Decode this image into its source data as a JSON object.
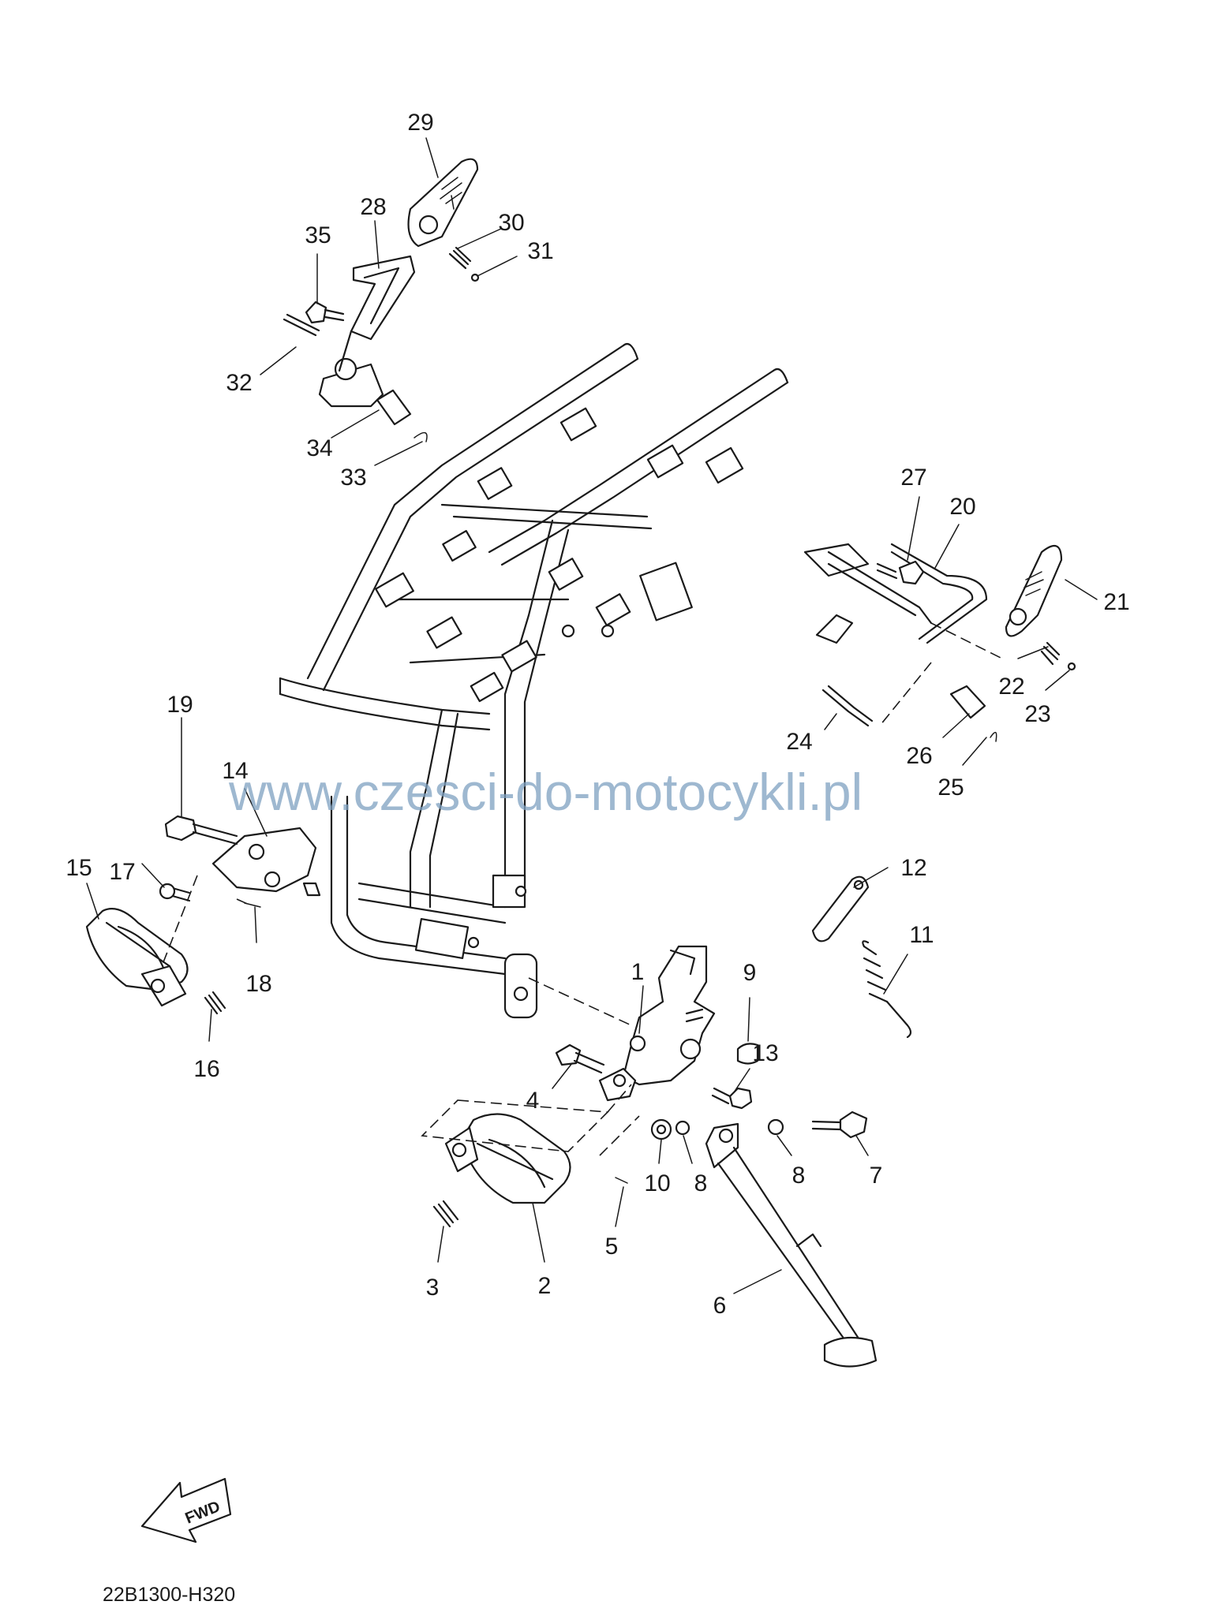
{
  "watermark": "www.czesci-do-motocykli.pl",
  "diagram_code": "22B1300-H320",
  "fwd_label": "FWD",
  "callouts": [
    {
      "id": "c1",
      "label": "1"
    },
    {
      "id": "c2",
      "label": "2"
    },
    {
      "id": "c3",
      "label": "3"
    },
    {
      "id": "c4",
      "label": "4"
    },
    {
      "id": "c5",
      "label": "5"
    },
    {
      "id": "c6",
      "label": "6"
    },
    {
      "id": "c7",
      "label": "7"
    },
    {
      "id": "c8a",
      "label": "8"
    },
    {
      "id": "c8b",
      "label": "8"
    },
    {
      "id": "c9",
      "label": "9"
    },
    {
      "id": "c10",
      "label": "10"
    },
    {
      "id": "c11",
      "label": "11"
    },
    {
      "id": "c12",
      "label": "12"
    },
    {
      "id": "c13",
      "label": "13"
    },
    {
      "id": "c14",
      "label": "14"
    },
    {
      "id": "c15",
      "label": "15"
    },
    {
      "id": "c16",
      "label": "16"
    },
    {
      "id": "c17",
      "label": "17"
    },
    {
      "id": "c18",
      "label": "18"
    },
    {
      "id": "c19",
      "label": "19"
    },
    {
      "id": "c20",
      "label": "20"
    },
    {
      "id": "c21",
      "label": "21"
    },
    {
      "id": "c22",
      "label": "22"
    },
    {
      "id": "c23",
      "label": "23"
    },
    {
      "id": "c24",
      "label": "24"
    },
    {
      "id": "c25",
      "label": "25"
    },
    {
      "id": "c26",
      "label": "26"
    },
    {
      "id": "c27",
      "label": "27"
    },
    {
      "id": "c28",
      "label": "28"
    },
    {
      "id": "c29",
      "label": "29"
    },
    {
      "id": "c30",
      "label": "30"
    },
    {
      "id": "c31",
      "label": "31"
    },
    {
      "id": "c32",
      "label": "32"
    },
    {
      "id": "c33",
      "label": "33"
    },
    {
      "id": "c34",
      "label": "34"
    },
    {
      "id": "c35",
      "label": "35"
    }
  ]
}
